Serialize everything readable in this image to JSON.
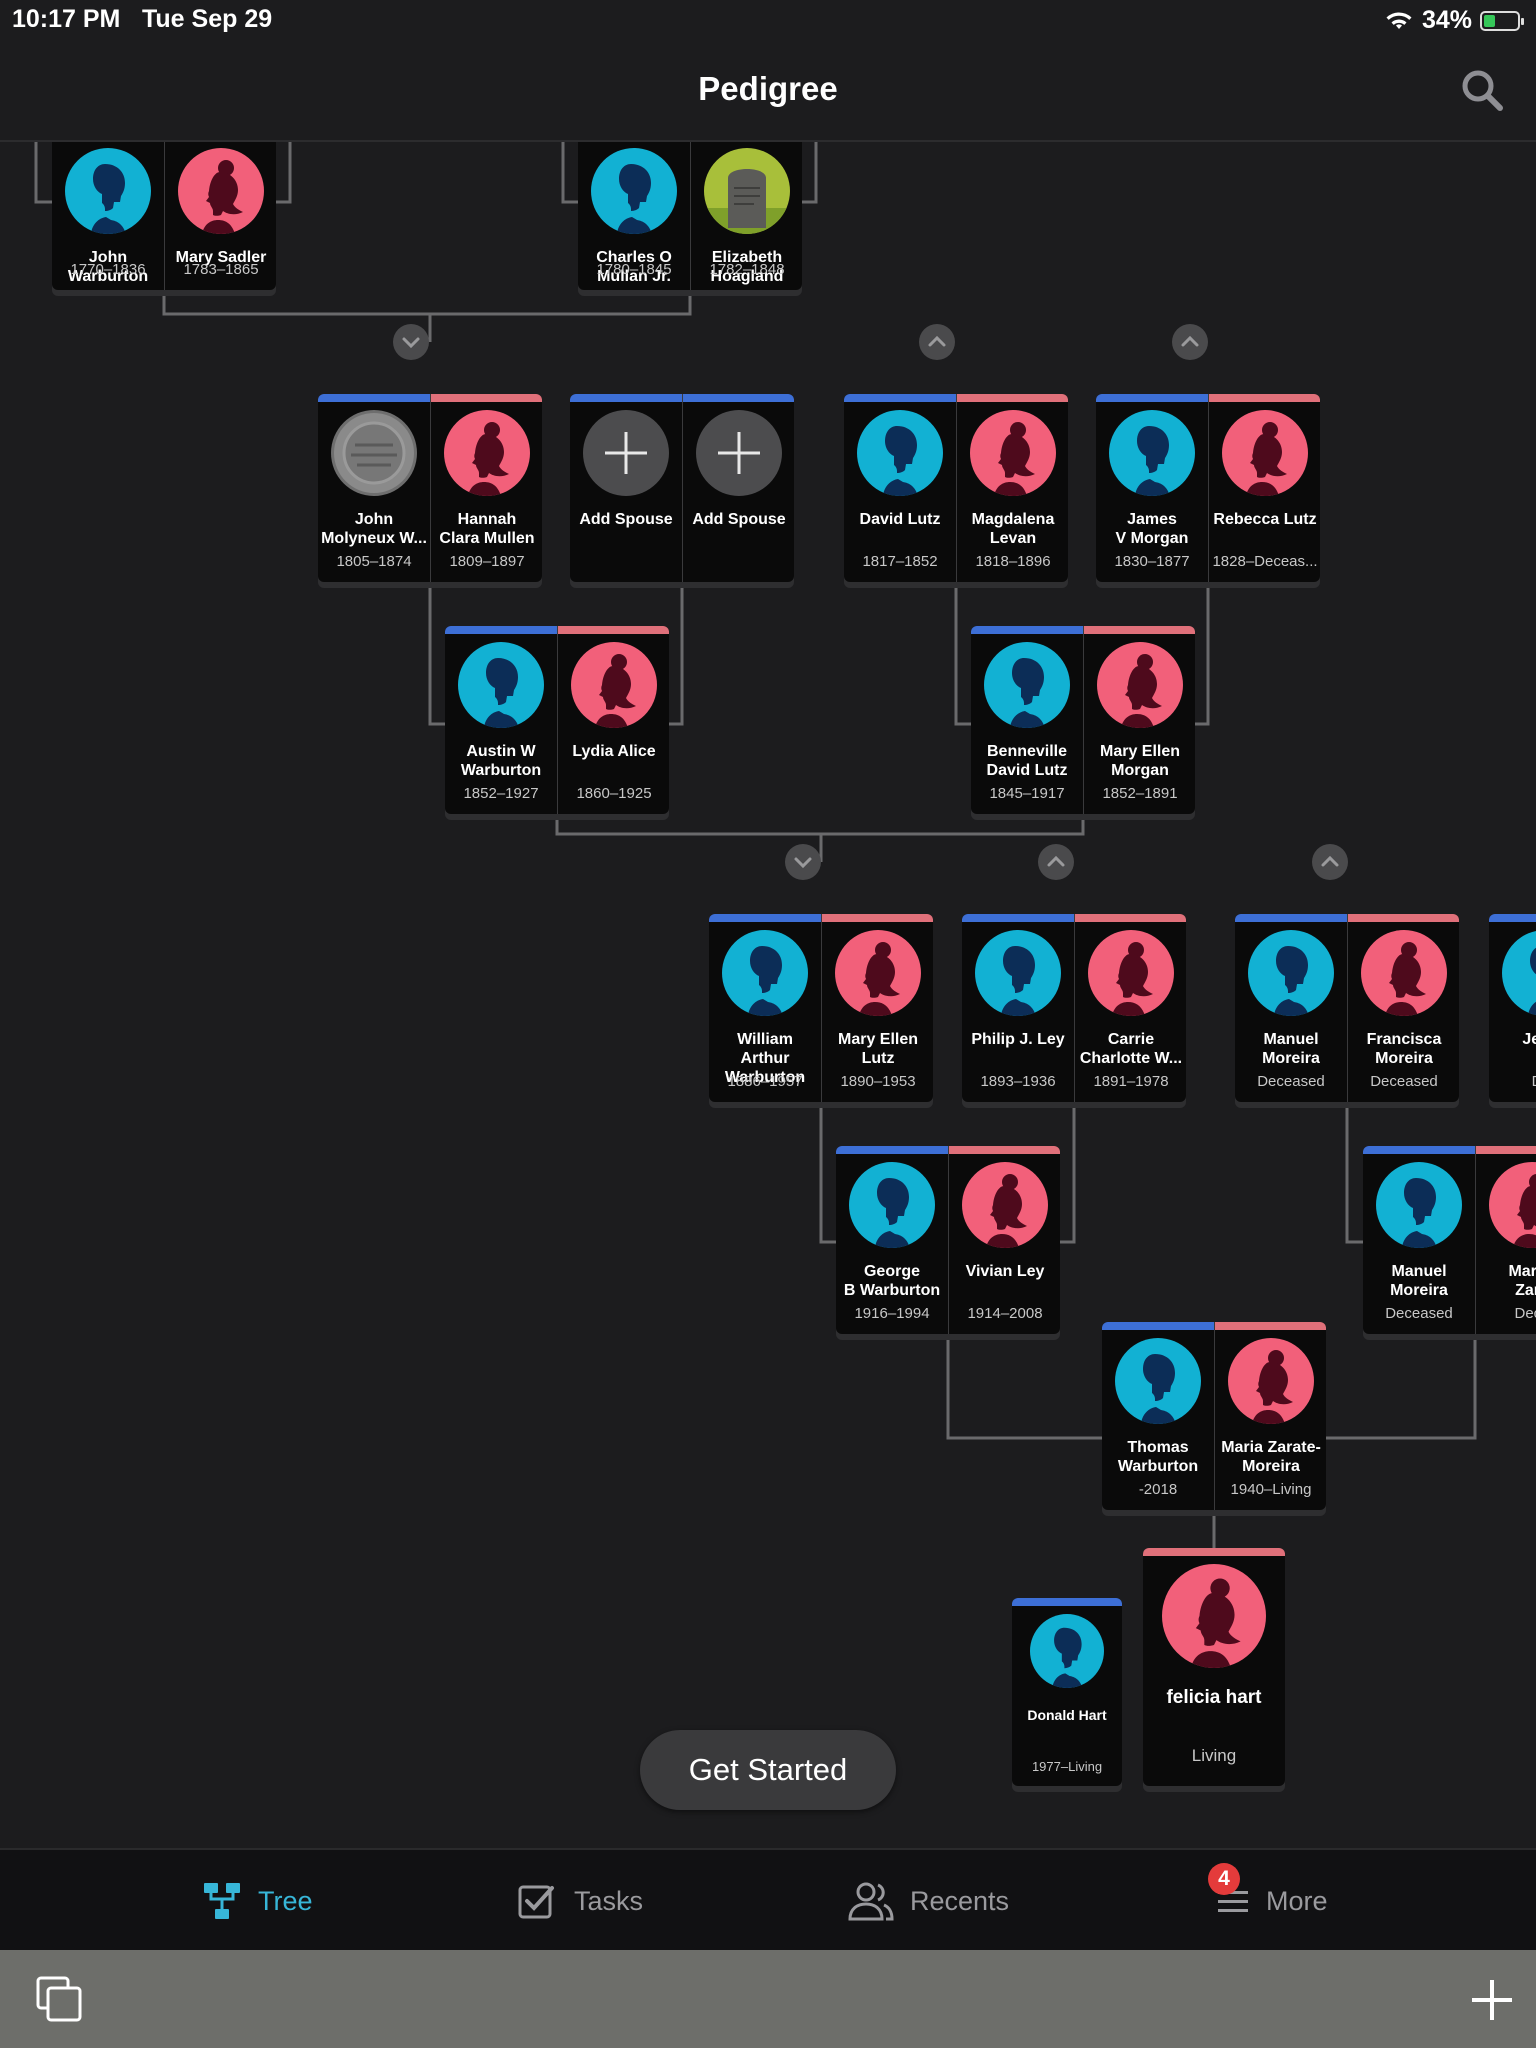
{
  "status": {
    "time": "10:17 PM",
    "date": "Tue Sep 29",
    "battery": "34%",
    "battery_level": 0.34
  },
  "nav": {
    "title": "Pedigree",
    "search_icon": "search-icon"
  },
  "colors": {
    "male_avatar": "#12b1d3",
    "female_avatar": "#f2607a",
    "male_bar": "#3d6fd6",
    "female_bar": "#e0707a",
    "accent": "#37b6d8"
  },
  "people": [
    {
      "id": "p1",
      "name": "John\nWarburton",
      "dates": "1770–1836",
      "gender": "m"
    },
    {
      "id": "p2",
      "name": "Mary Sadler",
      "dates": "1783–1865",
      "gender": "f"
    },
    {
      "id": "p3",
      "name": "Charles O\nMullan Jr.",
      "dates": "1780–1845",
      "gender": "m"
    },
    {
      "id": "p4",
      "name": "Elizabeth\nHoagland",
      "dates": "1782–1848",
      "gender": "f",
      "photo": "gravestone"
    },
    {
      "id": "p5",
      "name": "John\nMolyneux W...",
      "dates": "1805–1874",
      "gender": "m",
      "photo": "coin"
    },
    {
      "id": "p6",
      "name": "Hannah\nClara Mullen",
      "dates": "1809–1897",
      "gender": "f"
    },
    {
      "id": "p7",
      "name": "Add Spouse",
      "dates": "",
      "gender": "add"
    },
    {
      "id": "p8",
      "name": "Add Spouse",
      "dates": "",
      "gender": "add"
    },
    {
      "id": "p9",
      "name": "David Lutz",
      "dates": "1817–1852",
      "gender": "m"
    },
    {
      "id": "p10",
      "name": "Magdalena\nLevan",
      "dates": "1818–1896",
      "gender": "f"
    },
    {
      "id": "p11",
      "name": "James\nV Morgan",
      "dates": "1830–1877",
      "gender": "m"
    },
    {
      "id": "p12",
      "name": "Rebecca Lutz",
      "dates": "1828–Deceas...",
      "gender": "f"
    },
    {
      "id": "p13",
      "name": "Austin W\nWarburton",
      "dates": "1852–1927",
      "gender": "m"
    },
    {
      "id": "p14",
      "name": "Lydia Alice",
      "dates": "1860–1925",
      "gender": "f"
    },
    {
      "id": "p15",
      "name": "Benneville\nDavid Lutz",
      "dates": "1845–1917",
      "gender": "m"
    },
    {
      "id": "p16",
      "name": "Mary Ellen\nMorgan",
      "dates": "1852–1891",
      "gender": "f"
    },
    {
      "id": "p17",
      "name": "William Arthur\nWarburton",
      "dates": "1886–1957",
      "gender": "m"
    },
    {
      "id": "p18",
      "name": "Mary Ellen\nLutz",
      "dates": "1890–1953",
      "gender": "f"
    },
    {
      "id": "p19",
      "name": "Philip J. Ley",
      "dates": "1893–1936",
      "gender": "m"
    },
    {
      "id": "p20",
      "name": "Carrie\nCharlotte W...",
      "dates": "1891–1978",
      "gender": "f"
    },
    {
      "id": "p21",
      "name": "Manuel\nMoreira",
      "dates": "Deceased",
      "gender": "m"
    },
    {
      "id": "p22",
      "name": "Francisca\nMoreira",
      "dates": "Deceased",
      "gender": "f"
    },
    {
      "id": "p23",
      "name": "Jesus",
      "dates": "Dec",
      "gender": "m"
    },
    {
      "id": "p24",
      "name": "George\nB Warburton",
      "dates": "1916–1994",
      "gender": "m"
    },
    {
      "id": "p25",
      "name": "Vivian Ley",
      "dates": "1914–2008",
      "gender": "f"
    },
    {
      "id": "p26",
      "name": "Manuel\nMoreira",
      "dates": "Deceased",
      "gender": "m"
    },
    {
      "id": "p27",
      "name": "Marga\nZara",
      "dates": "Dece",
      "gender": "f"
    },
    {
      "id": "p28",
      "name": "Thomas\nWarburton",
      "dates": "-2018",
      "gender": "m"
    },
    {
      "id": "p29",
      "name": "Maria Zarate-\nMoreira",
      "dates": "1940–Living",
      "gender": "f"
    },
    {
      "id": "p30",
      "name": "Donald Hart",
      "dates": "1977–Living",
      "gender": "m"
    },
    {
      "id": "p31",
      "name": "felicia hart",
      "dates": "Living",
      "gender": "f"
    }
  ],
  "get_started": "Get Started",
  "tabs": [
    {
      "label": "Tree",
      "icon": "tree-icon",
      "active": true
    },
    {
      "label": "Tasks",
      "icon": "tasks-checkbox-icon",
      "active": false
    },
    {
      "label": "Recents",
      "icon": "recents-people-icon",
      "active": false
    },
    {
      "label": "More",
      "icon": "menu-icon",
      "active": false,
      "badge": "4"
    }
  ],
  "bottom_bar": {
    "left_icon": "copy-tabs-icon",
    "right_icon": "plus-icon"
  }
}
